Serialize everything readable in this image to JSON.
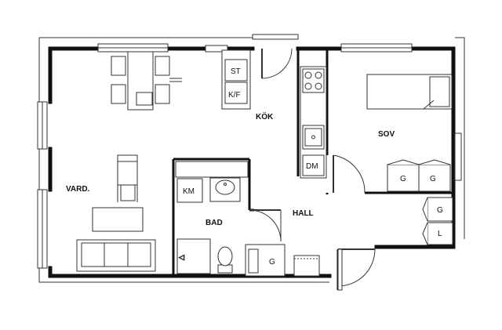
{
  "rooms": {
    "kitchen": "KÖK",
    "bedroom": "SOV",
    "living": "VARD.",
    "bath": "BAD",
    "hall": "HALL"
  },
  "fixtures": {
    "stove_closet": "ST",
    "fridge_freezer": "K/F",
    "dishwasher": "DM",
    "washing_machine": "KM",
    "wardrobe_hall": "G",
    "wardrobe_bed_1": "G",
    "wardrobe_bed_2": "G",
    "wardrobe_bed_3": "G",
    "linen_closet": "L"
  },
  "colors": {
    "wall": "#111111",
    "line": "#333333",
    "fill": "#ffffff",
    "shade": "#eeeeee"
  }
}
